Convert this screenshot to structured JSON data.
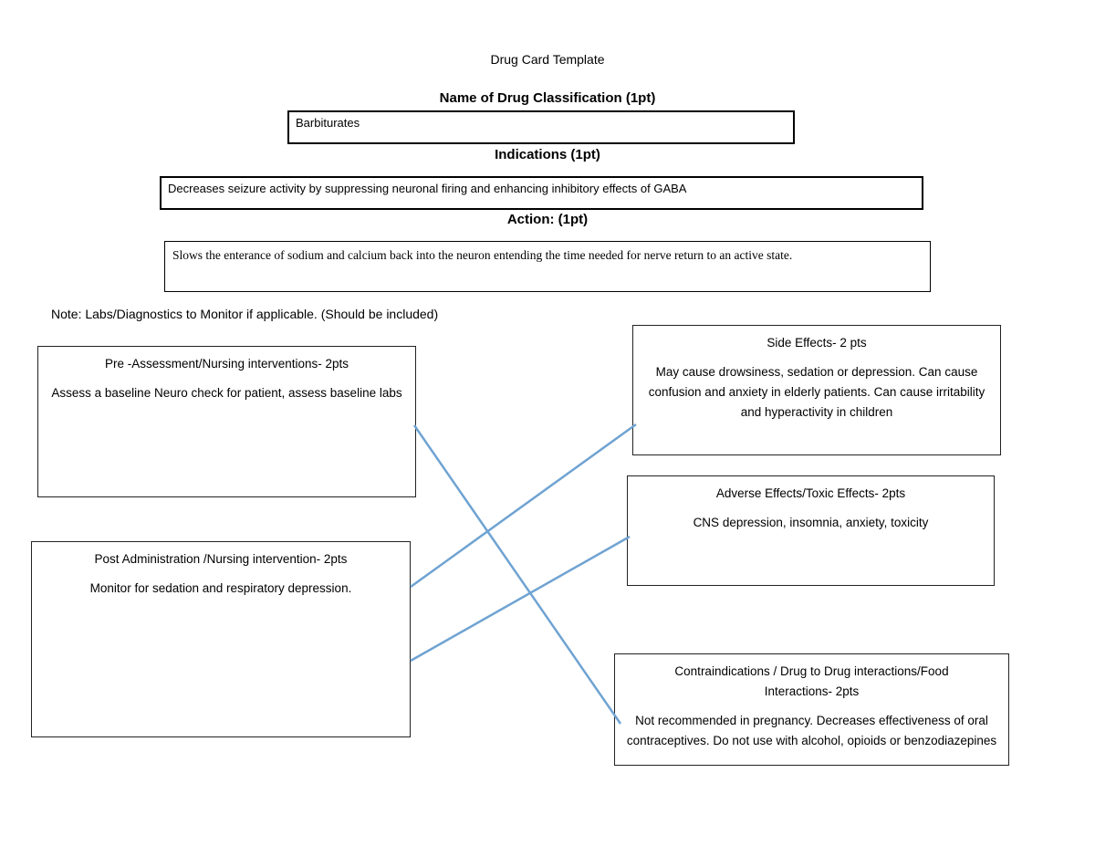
{
  "document_title": "Drug Card Template",
  "classification": {
    "heading": "Name of Drug Classification (1pt)",
    "value": "Barbiturates"
  },
  "indications": {
    "heading": "Indications (1pt)",
    "value": "Decreases seizure activity by suppressing neuronal firing and enhancing inhibitory effects of GABA"
  },
  "action": {
    "heading": "Action: (1pt)",
    "value": "Slows the enterance of sodium and calcium back into the neuron entending the time needed for nerve return to an active state."
  },
  "note": "Note: Labs/Diagnostics to Monitor if applicable. (Should be included)",
  "cards": {
    "pre_assessment": {
      "heading": "Pre -Assessment/Nursing interventions- 2pts",
      "body": "Assess a baseline Neuro check for patient, assess baseline labs"
    },
    "post_administration": {
      "heading": "Post Administration /Nursing intervention- 2pts",
      "body": "Monitor for sedation and respiratory depression."
    },
    "side_effects": {
      "heading": "Side Effects- 2 pts",
      "body": "May cause drowsiness, sedation or depression. Can cause confusion and anxiety in elderly patients. Can cause irritability and hyperactivity in children"
    },
    "adverse_effects": {
      "heading": "Adverse Effects/Toxic Effects- 2pts",
      "body": "CNS depression, insomnia, anxiety, toxicity"
    },
    "contraindications": {
      "heading": "Contraindications / Drug to Drug interactions/Food Interactions- 2pts",
      "body": "Not recommended in pregnancy. Decreases effectiveness of oral contraceptives. Do not use with alcohol, opioids or benzodiazepines"
    }
  },
  "colors": {
    "connector_line": "#6fa3d2"
  }
}
